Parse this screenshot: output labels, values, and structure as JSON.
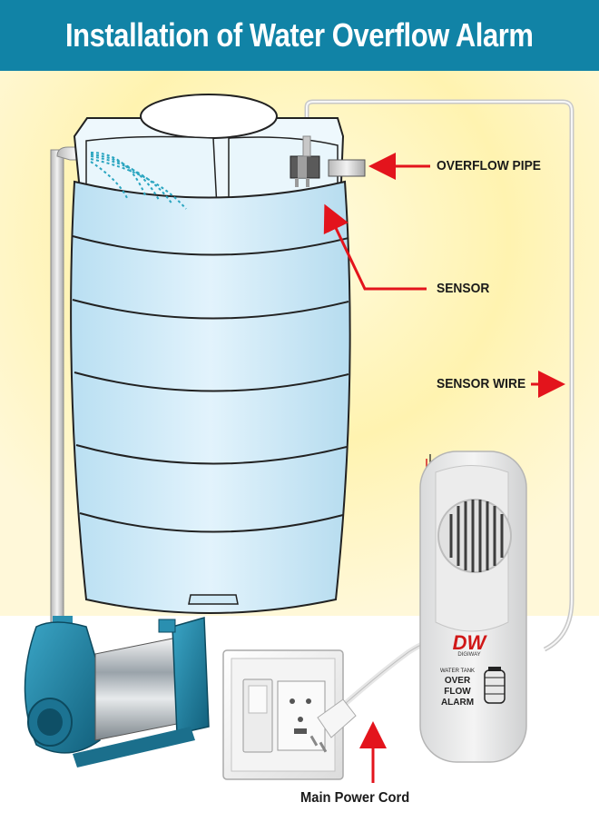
{
  "header": {
    "title": "Installation of Water Overflow Alarm"
  },
  "labels": {
    "overflow_pipe": "OVERFLOW PIPE",
    "sensor": "SENSOR",
    "sensor_wire": "SENSOR WIRE",
    "main_power_cord": "Main Power Cord"
  },
  "alarm_unit": {
    "brand": "DW",
    "brand_sub": "DIGIWAY",
    "line1": "WATER TANK",
    "line2": "OVER",
    "line3": "FLOW",
    "line4": "ALARM"
  },
  "colors": {
    "banner": "#1183a6",
    "arrow": "#e3141c",
    "tank_fill": "#d7eef9",
    "tank_stroke": "#222222",
    "glow": "#fff4b8",
    "pump": "#1f7fa0"
  }
}
